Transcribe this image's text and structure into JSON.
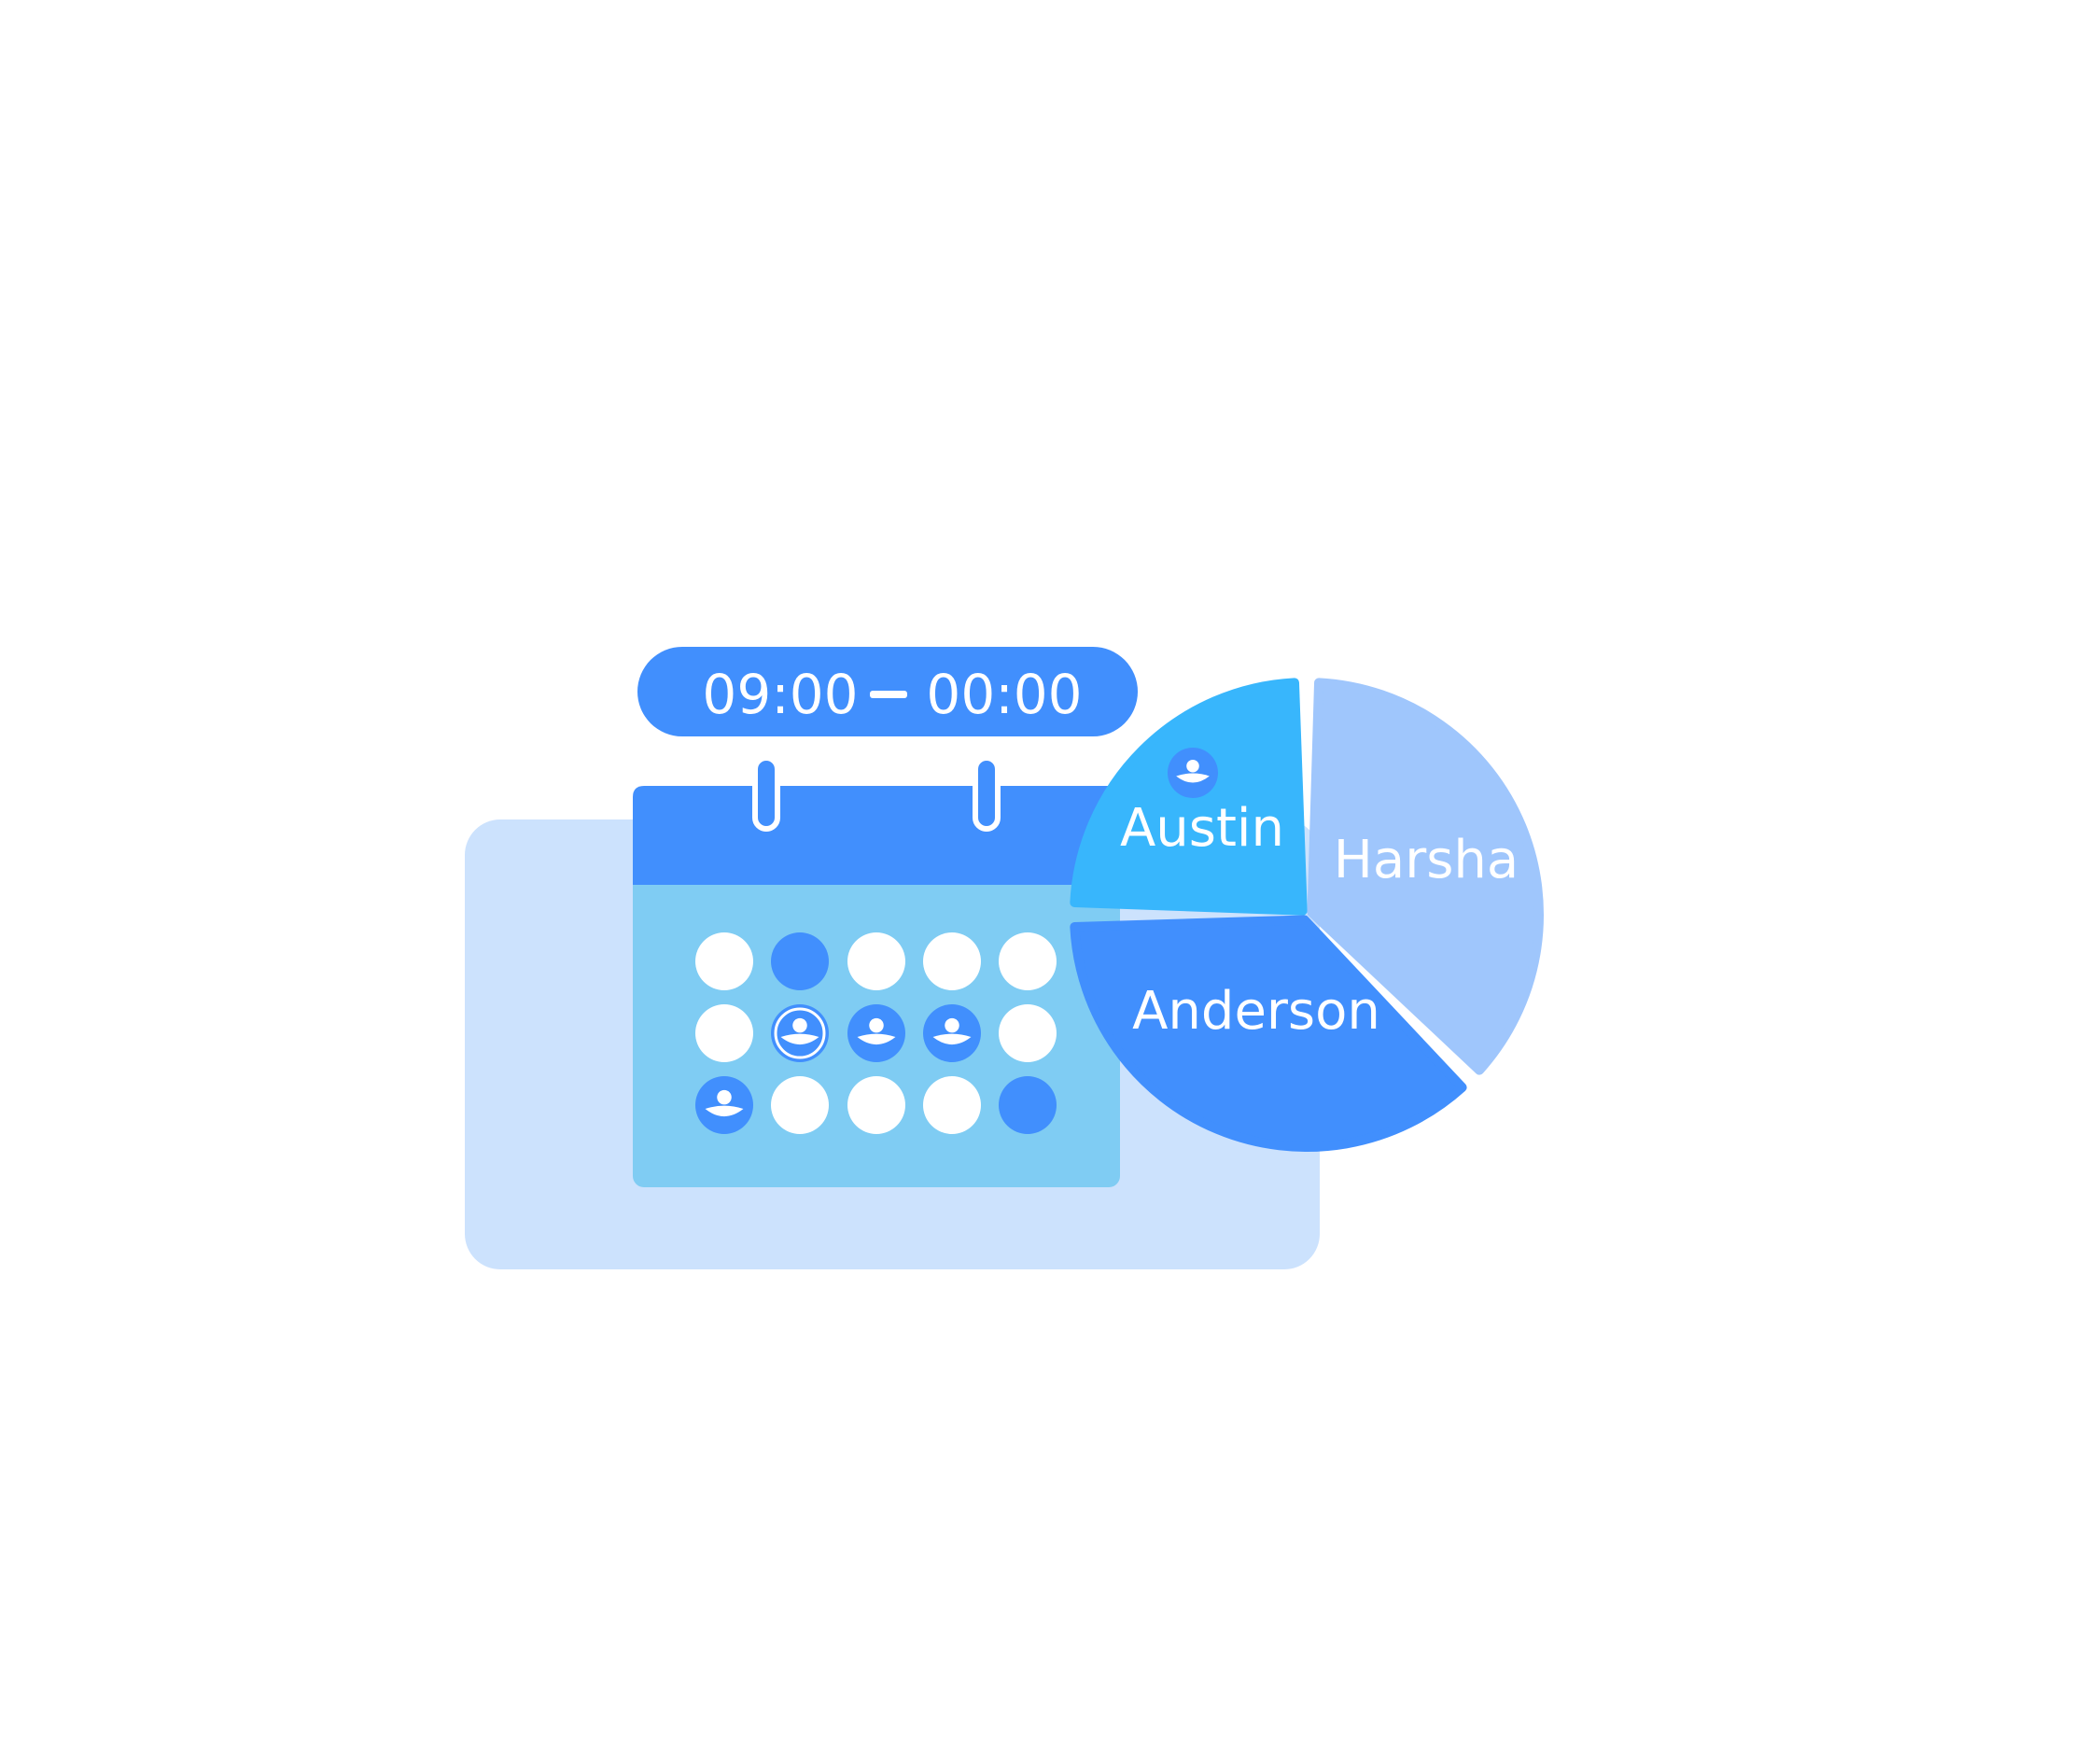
{
  "time_range": {
    "start": "09:00",
    "end": "00:00",
    "separator": "—"
  },
  "calendar": {
    "rows": [
      [
        "empty",
        "busy",
        "empty",
        "empty",
        "empty"
      ],
      [
        "empty",
        "person-selected",
        "person",
        "person",
        "empty"
      ],
      [
        "person",
        "empty",
        "empty",
        "empty",
        "busy"
      ]
    ]
  },
  "pie": {
    "slices": [
      {
        "label": "Austin",
        "value": 25,
        "color": "#38B6FC",
        "has_avatar": true
      },
      {
        "label": "Harsha",
        "value": 37.5,
        "color": "#9FC6FC",
        "has_avatar": false
      },
      {
        "label": "Anderson",
        "value": 37.5,
        "color": "#418FFD",
        "has_avatar": false
      }
    ]
  },
  "colors": {
    "primary": "#418FFD",
    "calendar_body": "#7FCCF3",
    "backdrop": "#CCE2FD",
    "dot": "#FFFFFF"
  },
  "icons": {
    "person": "person-avatar-icon"
  }
}
